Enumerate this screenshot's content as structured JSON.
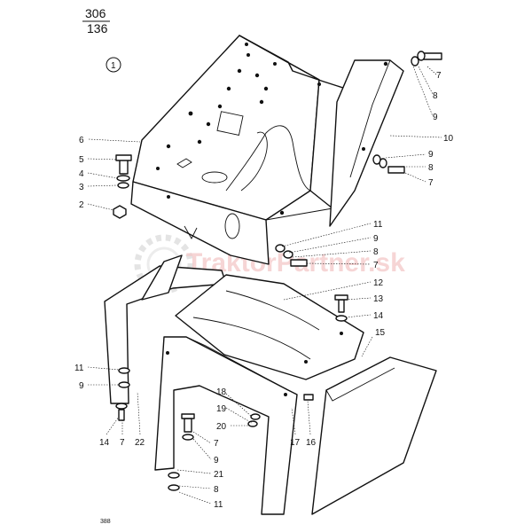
{
  "header": {
    "numerator": "306",
    "denominator": "136"
  },
  "figure_marker": "1",
  "watermark": "TraktorPartner.sk",
  "page_number": "388",
  "callouts": [
    {
      "id": "c7a",
      "text": "7"
    },
    {
      "id": "c8a",
      "text": "8"
    },
    {
      "id": "c9a",
      "text": "9"
    },
    {
      "id": "c10",
      "text": "10"
    },
    {
      "id": "c9b",
      "text": "9"
    },
    {
      "id": "c8b",
      "text": "8"
    },
    {
      "id": "c7b",
      "text": "7"
    },
    {
      "id": "c6",
      "text": "6"
    },
    {
      "id": "c5",
      "text": "5"
    },
    {
      "id": "c4",
      "text": "4"
    },
    {
      "id": "c3",
      "text": "3"
    },
    {
      "id": "c2",
      "text": "2"
    },
    {
      "id": "c11a",
      "text": "11"
    },
    {
      "id": "c9c",
      "text": "9"
    },
    {
      "id": "c8c",
      "text": "8"
    },
    {
      "id": "c7c",
      "text": "7"
    },
    {
      "id": "c12",
      "text": "12"
    },
    {
      "id": "c13",
      "text": "13"
    },
    {
      "id": "c14a",
      "text": "14"
    },
    {
      "id": "c15",
      "text": "15"
    },
    {
      "id": "c11b",
      "text": "11"
    },
    {
      "id": "c9d",
      "text": "9"
    },
    {
      "id": "c14b",
      "text": "14"
    },
    {
      "id": "c7d",
      "text": "7"
    },
    {
      "id": "c22",
      "text": "22"
    },
    {
      "id": "c18",
      "text": "18"
    },
    {
      "id": "c19",
      "text": "19"
    },
    {
      "id": "c20",
      "text": "20"
    },
    {
      "id": "c17",
      "text": "17"
    },
    {
      "id": "c16",
      "text": "16"
    },
    {
      "id": "c7e",
      "text": "7"
    },
    {
      "id": "c9e",
      "text": "9"
    },
    {
      "id": "c21",
      "text": "21"
    },
    {
      "id": "c8d",
      "text": "8"
    },
    {
      "id": "c11c",
      "text": "11"
    }
  ]
}
